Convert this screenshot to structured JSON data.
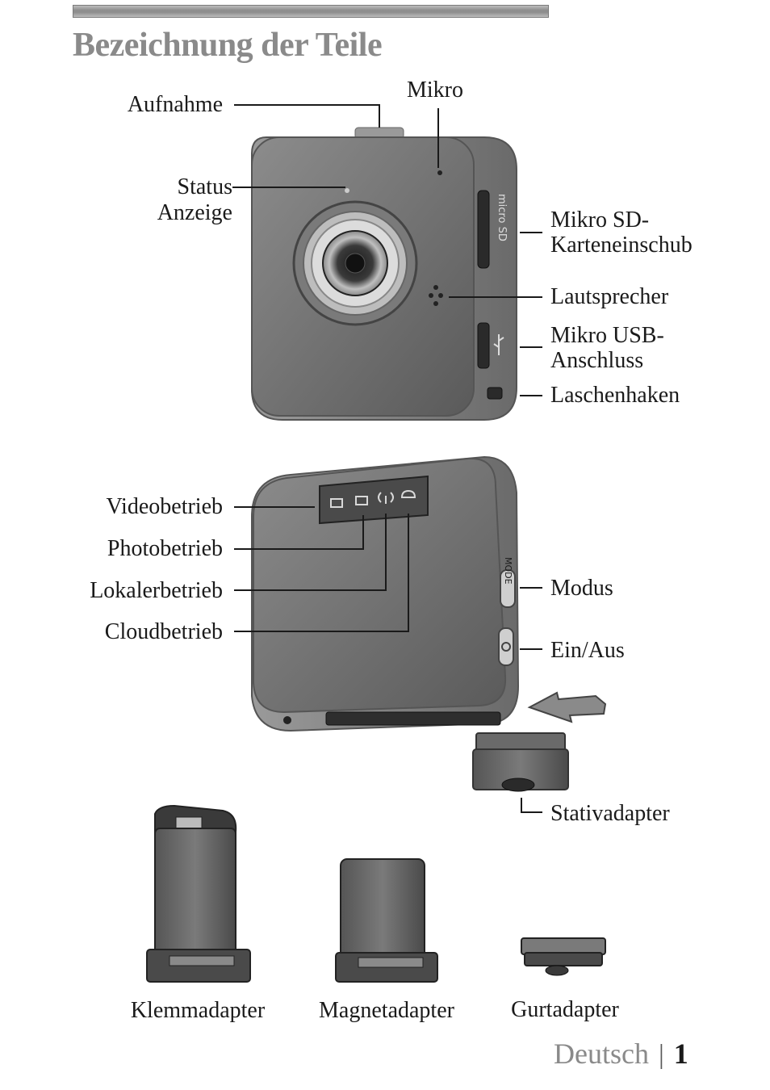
{
  "title": "Bezeichnung der Teile",
  "labels": {
    "aufnahme": "Aufnahme",
    "mikro": "Mikro",
    "status_line1": "Status",
    "status_line2": "Anzeige",
    "sd_line1": "Mikro SD-",
    "sd_line2": "Karteneinschub",
    "lautsprecher": "Lautsprecher",
    "usb_line1": "Mikro USB-",
    "usb_line2": "Anschluss",
    "laschenhaken": "Laschenhaken",
    "videobetrieb": "Videobetrieb",
    "photobetrieb": "Photobetrieb",
    "lokalerbetrieb": "Lokalerbetrieb",
    "cloudbetrieb": "Cloudbetrieb",
    "modus": "Modus",
    "einaus": "Ein/Aus",
    "stativadapter": "Stativadapter",
    "klemmadapter": "Klemmadapter",
    "magnetadapter": "Magnetadapter",
    "gurtadapter": "Gurtadapter"
  },
  "device_text": {
    "sd_slot": "micro SD",
    "mode_button": "MODE"
  },
  "footer": {
    "language": "Deutsch",
    "separator": "|",
    "page_number": "1"
  }
}
